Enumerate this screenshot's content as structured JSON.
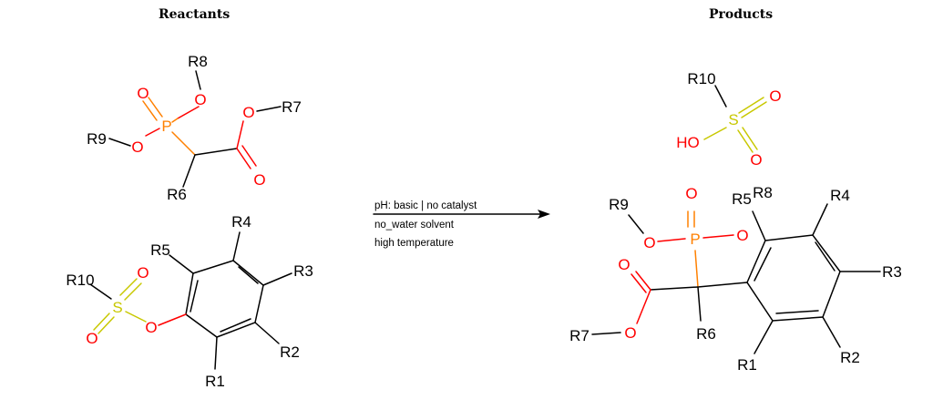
{
  "headers": {
    "reactants": "Reactants",
    "products": "Products"
  },
  "conditions": [
    "pH: basic | no catalyst",
    "no_water solvent",
    "high temperature"
  ],
  "colors": {
    "bond": "#000000",
    "oxygen": "#ff0000",
    "phosphorus": "#ff8000",
    "sulfur": "#c8c800"
  },
  "labels": {
    "r1": {
      "r8": "R8",
      "o1": "O",
      "p": "P",
      "o2": "O",
      "r9": "R9",
      "o3": "O",
      "o4": "O",
      "r7": "R7",
      "o5": "O",
      "r6": "R6"
    },
    "r2": {
      "r4": "R4",
      "r5": "R5",
      "r3": "R3",
      "r2": "R2",
      "r1": "R1",
      "r10": "R10",
      "s": "S",
      "o1": "O",
      "o2": "O",
      "o3": "O"
    },
    "p1": {
      "r10": "R10",
      "s": "S",
      "o1": "O",
      "o2": "O",
      "ho": "HO"
    },
    "p2": {
      "r9": "R9",
      "o1": "O",
      "p": "P",
      "o2": "O",
      "o3": "O",
      "r5r8": "R5",
      "r8": "R8",
      "r4": "R4",
      "r3": "R3",
      "r2": "R2",
      "r1": "R1",
      "o4": "O",
      "o5": "O",
      "r7": "R7",
      "r6": "R6"
    }
  }
}
